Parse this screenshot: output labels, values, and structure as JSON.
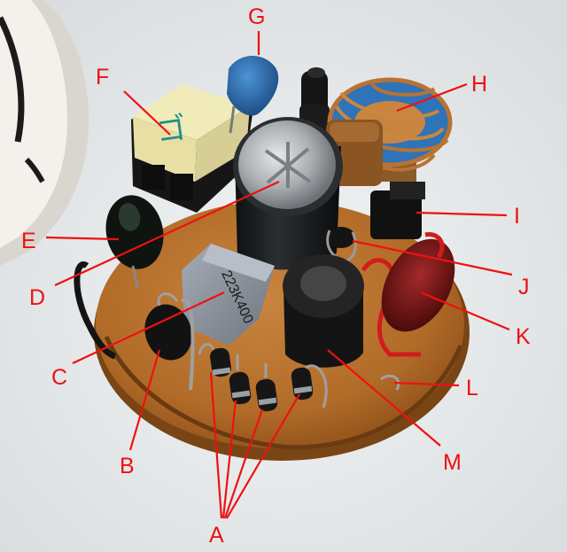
{
  "labels": {
    "A": "A",
    "B": "B",
    "C": "C",
    "D": "D",
    "E": "E",
    "F": "F",
    "G": "G",
    "H": "H",
    "I": "I",
    "J": "J",
    "K": "K",
    "L": "L",
    "M": "M"
  },
  "component_markings": {
    "transformer_code": "ゴ",
    "capacitor_code": "223K400"
  },
  "colors": {
    "background": "#e9ecee",
    "label": "#ee1111",
    "pcb": "#b9742e",
    "transformer": "#efe7b4",
    "blue_capacitor": "#2f73b8",
    "copper": "#b87333",
    "electrolytic": "#1e2224",
    "film_capacitor": "#8f96a0",
    "red_capacitor": "#701414"
  }
}
